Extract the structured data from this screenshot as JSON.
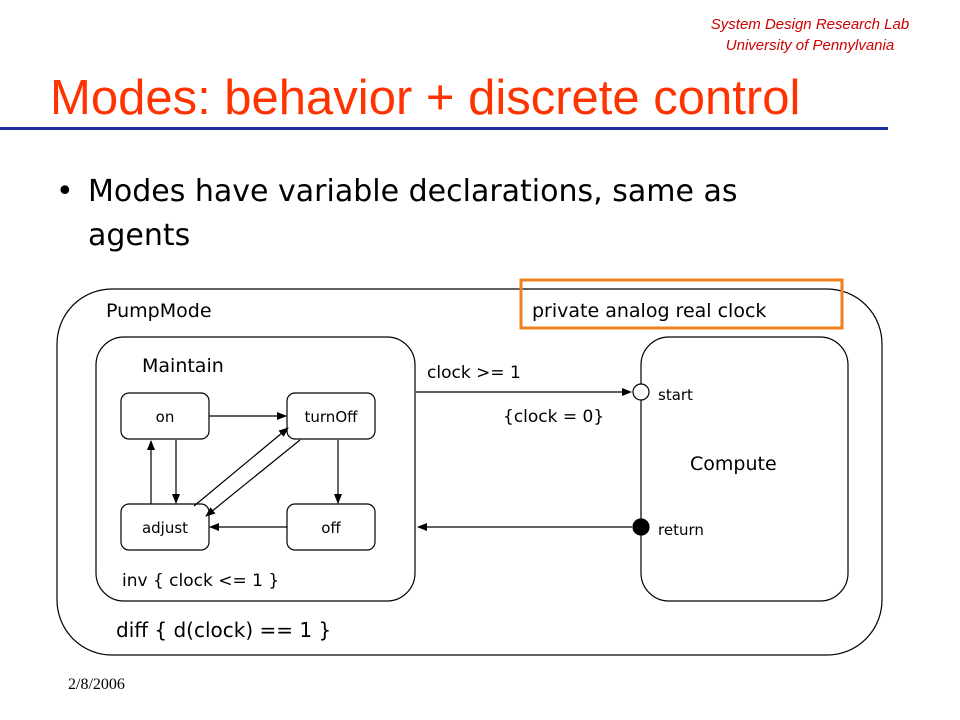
{
  "header": {
    "lab_line1": "System Design Research Lab",
    "lab_line2": "University of Pennylvania"
  },
  "slide": {
    "title": "Modes: behavior + discrete control",
    "bullets": [
      "Modes have variable declarations, same as agents"
    ],
    "date": "2/8/2006"
  },
  "diagram": {
    "outer_mode": "PumpMode",
    "declaration": "private analog real clock",
    "submode_left": "Maintain",
    "submode_right": "Compute",
    "states": [
      "on",
      "turnOff",
      "adjust",
      "off"
    ],
    "guard": "clock >= 1",
    "update": "{clock = 0}",
    "entry_point": "start",
    "exit_point": "return",
    "invariant": "inv { clock <= 1 }",
    "differential": "diff { d(clock) == 1 }"
  },
  "colors": {
    "title": "#ff3300",
    "lab": "#cc0000",
    "rule": "#1c2fa0",
    "highlight_box": "#f07f1e"
  }
}
